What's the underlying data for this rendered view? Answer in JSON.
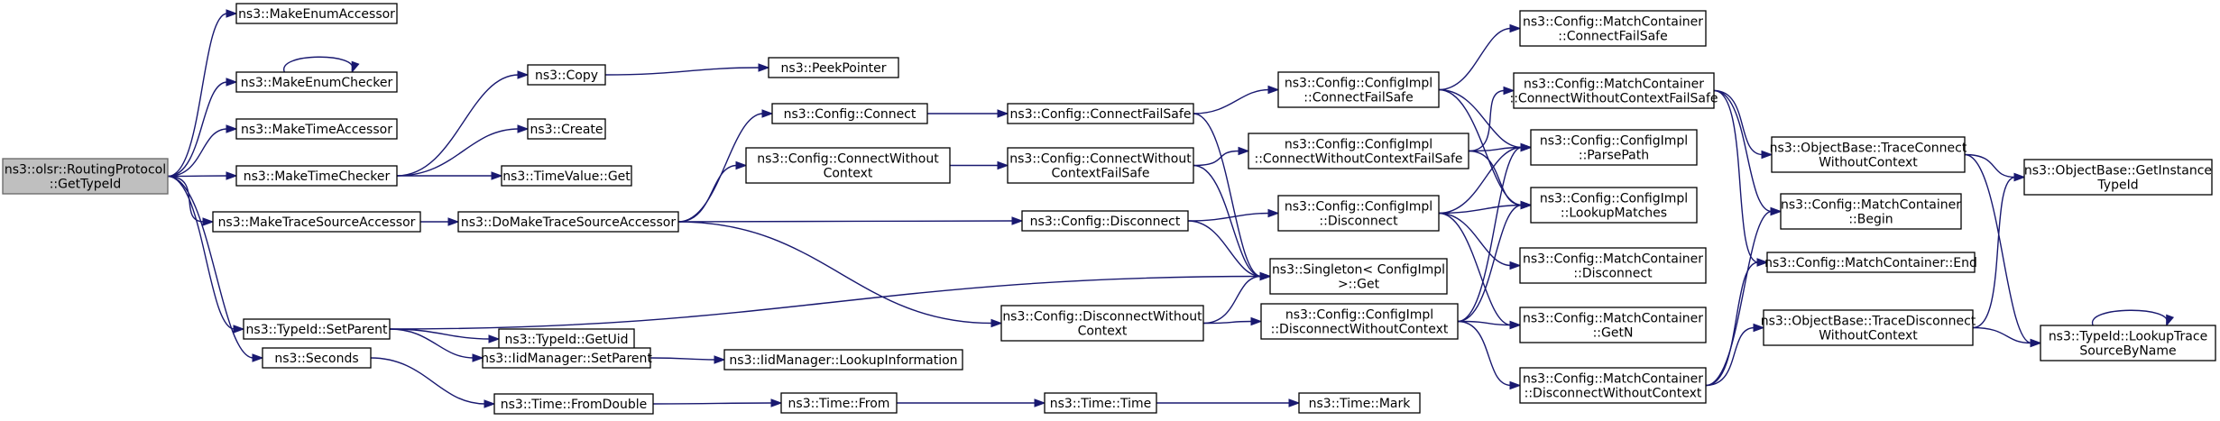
{
  "nodes": [
    {
      "id": "root",
      "lines": [
        "ns3::olsr::RoutingProtocol",
        "::GetTypeId"
      ],
      "root": true
    },
    {
      "id": "make_enum_accessor",
      "lines": [
        "ns3::MakeEnumAccessor"
      ]
    },
    {
      "id": "make_enum_checker",
      "lines": [
        "ns3::MakeEnumChecker"
      ]
    },
    {
      "id": "make_time_accessor",
      "lines": [
        "ns3::MakeTimeAccessor"
      ]
    },
    {
      "id": "make_time_checker",
      "lines": [
        "ns3::MakeTimeChecker"
      ]
    },
    {
      "id": "make_trace_source_accessor",
      "lines": [
        "ns3::MakeTraceSourceAccessor"
      ]
    },
    {
      "id": "typeid_set_parent",
      "lines": [
        "ns3::TypeId::SetParent"
      ]
    },
    {
      "id": "seconds",
      "lines": [
        "ns3::Seconds"
      ]
    },
    {
      "id": "copy",
      "lines": [
        "ns3::Copy"
      ]
    },
    {
      "id": "create",
      "lines": [
        "ns3::Create"
      ]
    },
    {
      "id": "timevalue_get",
      "lines": [
        "ns3::TimeValue::Get"
      ]
    },
    {
      "id": "do_make_trace_source_accessor",
      "lines": [
        "ns3::DoMakeTraceSourceAccessor"
      ]
    },
    {
      "id": "typeid_get_uid",
      "lines": [
        "ns3::TypeId::GetUid"
      ]
    },
    {
      "id": "iidmanager_set_parent",
      "lines": [
        "ns3::IidManager::SetParent"
      ]
    },
    {
      "id": "time_from_double",
      "lines": [
        "ns3::Time::FromDouble"
      ]
    },
    {
      "id": "peek_pointer",
      "lines": [
        "ns3::PeekPointer"
      ]
    },
    {
      "id": "config_connect",
      "lines": [
        "ns3::Config::Connect"
      ]
    },
    {
      "id": "config_connect_without_context",
      "lines": [
        "ns3::Config::ConnectWithout",
        "Context"
      ]
    },
    {
      "id": "iidmanager_lookup_information",
      "lines": [
        "ns3::IidManager::LookupInformation"
      ]
    },
    {
      "id": "time_from",
      "lines": [
        "ns3::Time::From"
      ]
    },
    {
      "id": "config_connect_failsafe",
      "lines": [
        "ns3::Config::ConnectFailSafe"
      ]
    },
    {
      "id": "config_connect_without_context_failsafe",
      "lines": [
        "ns3::Config::ConnectWithout",
        "ContextFailSafe"
      ]
    },
    {
      "id": "config_disconnect",
      "lines": [
        "ns3::Config::Disconnect"
      ]
    },
    {
      "id": "config_disconnect_without_context",
      "lines": [
        "ns3::Config::DisconnectWithout",
        "Context"
      ]
    },
    {
      "id": "time_time",
      "lines": [
        "ns3::Time::Time"
      ]
    },
    {
      "id": "impl_connect_failsafe",
      "lines": [
        "ns3::Config::ConfigImpl",
        "::ConnectFailSafe"
      ]
    },
    {
      "id": "impl_connect_without_context_failsafe",
      "lines": [
        "ns3::Config::ConfigImpl",
        "::ConnectWithoutContextFailSafe"
      ]
    },
    {
      "id": "impl_disconnect",
      "lines": [
        "ns3::Config::ConfigImpl",
        "::Disconnect"
      ]
    },
    {
      "id": "singleton_get",
      "lines": [
        "ns3::Singleton< ConfigImpl",
        " >::Get"
      ]
    },
    {
      "id": "impl_disconnect_without_context",
      "lines": [
        "ns3::Config::ConfigImpl",
        "::DisconnectWithoutContext"
      ]
    },
    {
      "id": "time_mark",
      "lines": [
        "ns3::Time::Mark"
      ]
    },
    {
      "id": "mc_connect_failsafe",
      "lines": [
        "ns3::Config::MatchContainer",
        "::ConnectFailSafe"
      ]
    },
    {
      "id": "mc_connect_without_context_failsafe",
      "lines": [
        "ns3::Config::MatchContainer",
        "::ConnectWithoutContextFailSafe"
      ]
    },
    {
      "id": "impl_parse_path",
      "lines": [
        "ns3::Config::ConfigImpl",
        "::ParsePath"
      ]
    },
    {
      "id": "impl_lookup_matches",
      "lines": [
        "ns3::Config::ConfigImpl",
        "::LookupMatches"
      ]
    },
    {
      "id": "mc_disconnect",
      "lines": [
        "ns3::Config::MatchContainer",
        "::Disconnect"
      ]
    },
    {
      "id": "mc_get_n",
      "lines": [
        "ns3::Config::MatchContainer",
        "::GetN"
      ]
    },
    {
      "id": "mc_disconnect_without_context",
      "lines": [
        "ns3::Config::MatchContainer",
        "::DisconnectWithoutContext"
      ]
    },
    {
      "id": "ob_trace_connect_without_context",
      "lines": [
        "ns3::ObjectBase::TraceConnect",
        "WithoutContext"
      ]
    },
    {
      "id": "mc_begin",
      "lines": [
        "ns3::Config::MatchContainer",
        "::Begin"
      ]
    },
    {
      "id": "mc_end",
      "lines": [
        "ns3::Config::MatchContainer::End"
      ]
    },
    {
      "id": "ob_trace_disconnect_without_context",
      "lines": [
        "ns3::ObjectBase::TraceDisconnect",
        "WithoutContext"
      ]
    },
    {
      "id": "ob_get_instance_typeid",
      "lines": [
        "ns3::ObjectBase::GetInstance",
        "TypeId"
      ]
    },
    {
      "id": "typeid_lookup_trace_source_by_name",
      "lines": [
        "ns3::TypeId::LookupTrace",
        "SourceByName"
      ]
    }
  ],
  "colors": {
    "edge": "#191970",
    "node_border": "#000000",
    "root_fill": "#bfbfbf"
  }
}
